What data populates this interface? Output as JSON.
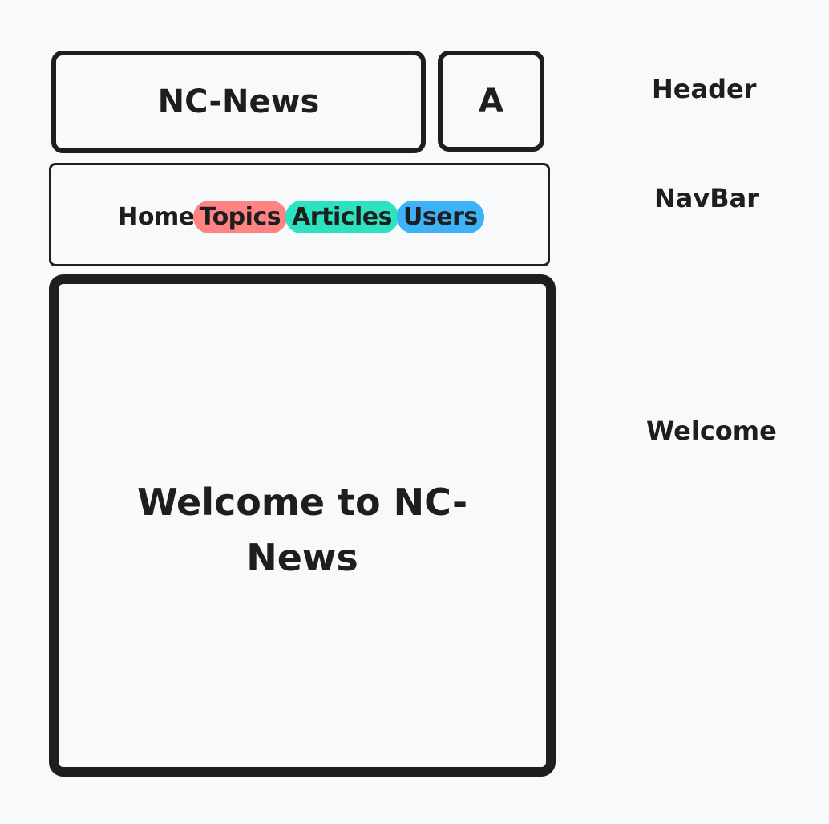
{
  "header": {
    "brand": "NC-News",
    "avatar_letter": "A"
  },
  "navbar": {
    "items": [
      {
        "label": "Home",
        "highlight": ""
      },
      {
        "label": "Topics",
        "highlight": "#ff8383"
      },
      {
        "label": "Articles",
        "highlight": "#2de2c0"
      },
      {
        "label": "Users",
        "highlight": "#3db2f8"
      }
    ]
  },
  "welcome": {
    "heading": "Welcome to NC-News"
  },
  "annotations": {
    "header": "Header",
    "navbar": "NavBar",
    "welcome": "Welcome"
  }
}
